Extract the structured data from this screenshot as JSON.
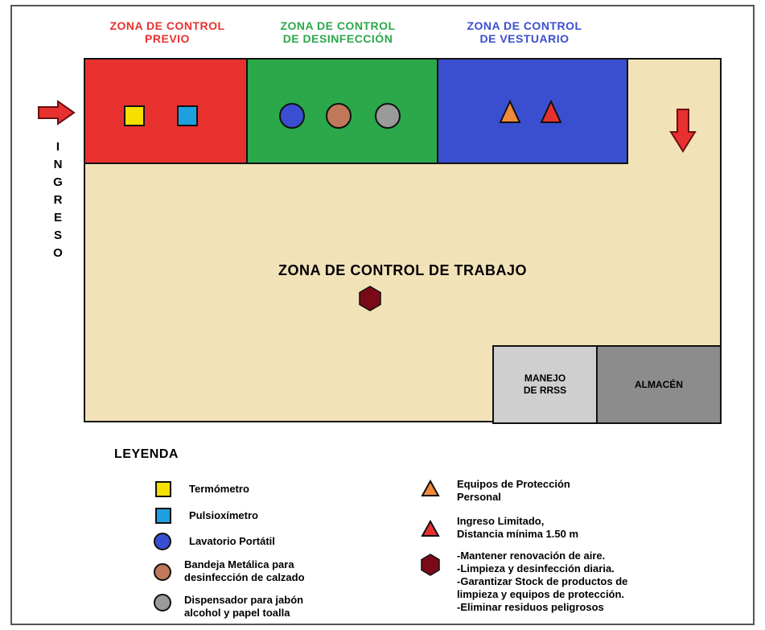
{
  "zones": {
    "previo": {
      "line1": "ZONA DE CONTROL",
      "line2": "PREVIO",
      "color": "#e8312f"
    },
    "desinfeccion": {
      "line1": "ZONA DE CONTROL",
      "line2": "DE DESINFECCIÓN",
      "color": "#2aa84a"
    },
    "vestuario": {
      "line1": "ZONA DE CONTROL",
      "line2": "DE VESTUARIO",
      "color": "#3a4fcf"
    }
  },
  "entrance_label": [
    "I",
    "N",
    "G",
    "R",
    "E",
    "S",
    "O"
  ],
  "work_zone_label": "ZONA DE CONTROL DE TRABAJO",
  "rooms": {
    "manejo": {
      "line1": "MANEJO",
      "line2": "DE RRSS"
    },
    "almacen": {
      "label": "ALMACÉN"
    }
  },
  "legend": {
    "title": "LEYENDA",
    "termometro": "Termómetro",
    "pulsioximetro": "Pulsioxímetro",
    "lavatorio": "Lavatorio Portátil",
    "bandeja": [
      "Bandeja Metálica para",
      "desinfección de calzado"
    ],
    "dispensador": [
      "Dispensador para jabón",
      "alcohol y papel toalla"
    ],
    "epp": [
      "Equipos de Protección",
      "Personal"
    ],
    "ingreso_limitado": [
      "Ingreso Limitado,",
      "Distancia mínima 1.50 m"
    ],
    "medidas": [
      "-Mantener renovación de aire.",
      "-Limpieza y desinfección diaria.",
      "-Garantizar Stock de productos de",
      "limpieza y equipos de protección.",
      "-Eliminar residuos peligrosos"
    ]
  },
  "colors": {
    "yellow": "#f5e000",
    "cyan": "#1ea0e0",
    "blue": "#3a4fcf",
    "brown": "#c0785a",
    "gray": "#9a9a9a",
    "orange": "#f08a3a",
    "red": "#e8312f",
    "maroon": "#7a0a18",
    "beige": "#f2e2b8"
  }
}
